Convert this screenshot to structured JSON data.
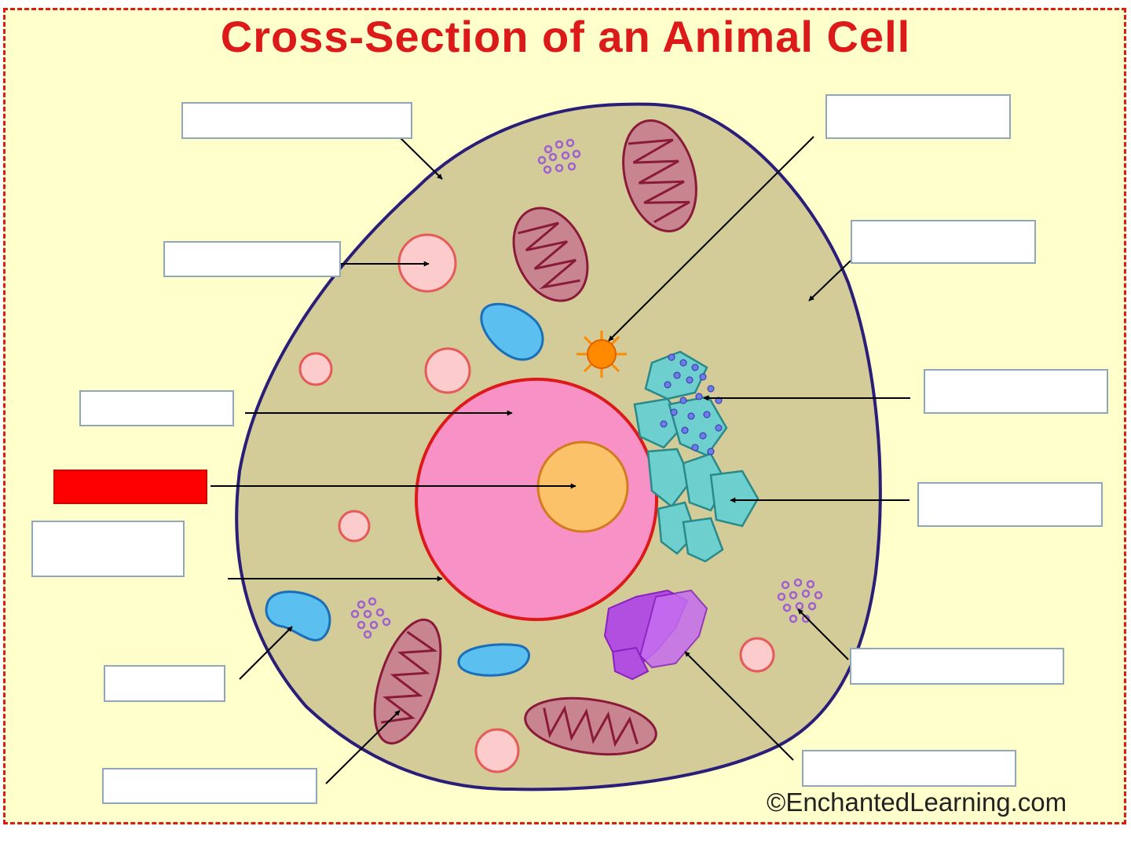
{
  "diagram": {
    "title": "Cross-Section of an Animal Cell",
    "credit": "©EnchantedLearning.com",
    "colors": {
      "background": "#ffffcc",
      "border": "#dd1a1a",
      "title": "#dd1a1a",
      "cytoplasm": "#d3cb98",
      "membrane": "#2b1e78",
      "nucleus": "#f891c6",
      "nucleolus": "#fbc26a",
      "lysosome": "#fccbcb",
      "vacuole": "#5bc0f0",
      "mitochondrion": "#c9858f",
      "golgi": "#b14fe0",
      "er": "#6ecfcf",
      "centrosome": "#ff8a00",
      "ribosome": "#a060d0"
    },
    "label_boxes": [
      {
        "name": "label-cell-membrane",
        "value": "",
        "highlighted": false
      },
      {
        "name": "label-lysosome",
        "value": "",
        "highlighted": false
      },
      {
        "name": "label-nucleus",
        "value": "",
        "highlighted": false
      },
      {
        "name": "label-nucleolus",
        "value": "",
        "highlighted": true
      },
      {
        "name": "label-nuclear-membrane",
        "value": "",
        "highlighted": false
      },
      {
        "name": "label-vacuole",
        "value": "",
        "highlighted": false
      },
      {
        "name": "label-mitochondrion",
        "value": "",
        "highlighted": false
      },
      {
        "name": "label-centrosome",
        "value": "",
        "highlighted": false
      },
      {
        "name": "label-cytoplasm",
        "value": "",
        "highlighted": false
      },
      {
        "name": "label-rough-er",
        "value": "",
        "highlighted": false
      },
      {
        "name": "label-smooth-er",
        "value": "",
        "highlighted": false
      },
      {
        "name": "label-ribosomes",
        "value": "",
        "highlighted": false
      },
      {
        "name": "label-golgi-apparatus",
        "value": "",
        "highlighted": false
      }
    ]
  }
}
